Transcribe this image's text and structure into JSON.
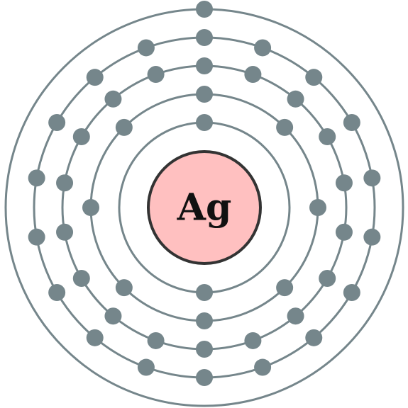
{
  "element": {
    "symbol": "Ag"
  },
  "shells": [
    {
      "electrons": 2
    },
    {
      "electrons": 8
    },
    {
      "electrons": 18
    },
    {
      "electrons": 18
    },
    {
      "electrons": 1
    }
  ],
  "colors": {
    "shell": "#75868b",
    "electron": "#75868b",
    "nucleus_fill": "#ffc0c0",
    "nucleus_stroke": "#333333"
  }
}
